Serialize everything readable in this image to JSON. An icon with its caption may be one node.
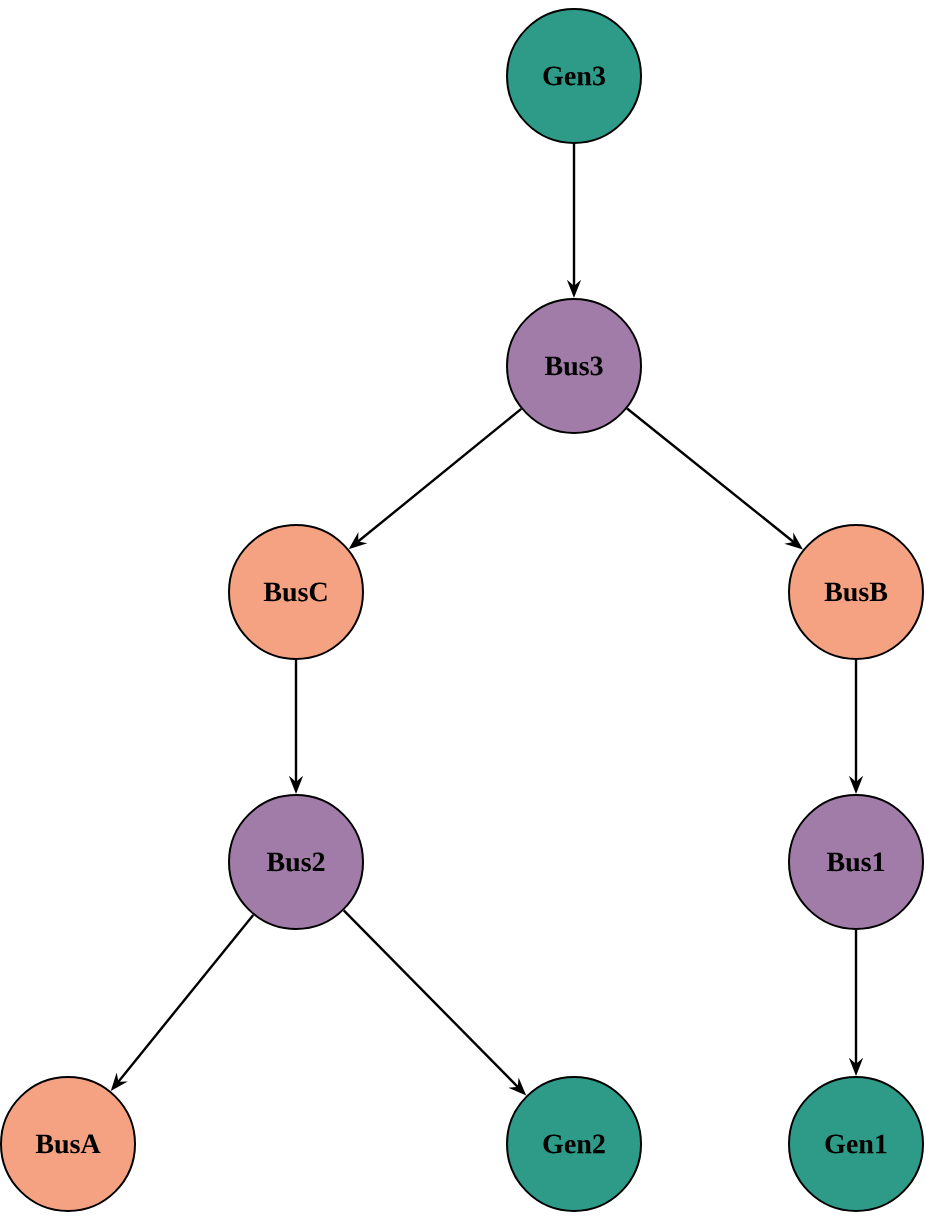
{
  "diagram": {
    "nodes": [
      {
        "text": [
          "Gen3"
        ]
      },
      {
        "text": [
          "Bus3"
        ]
      },
      {
        "text": [
          "BusC"
        ]
      },
      {
        "text": [
          "BusB"
        ]
      },
      {
        "text": [
          "Bus2"
        ]
      },
      {
        "text": [
          "Bus1"
        ]
      },
      {
        "text": [
          "BusA"
        ]
      },
      {
        "text": [
          "Gen2"
        ]
      },
      {
        "text": [
          "Gen1"
        ]
      }
    ],
    "edges": [
      {
        "from": 0,
        "to": 1,
        "arrow": "to"
      },
      {
        "from": 1,
        "to": 2,
        "arrow": "to"
      },
      {
        "from": 1,
        "to": 3,
        "arrow": "to"
      },
      {
        "from": 2,
        "to": 4,
        "arrow": "to"
      },
      {
        "from": 3,
        "to": 5,
        "arrow": "to"
      },
      {
        "from": 4,
        "to": 6,
        "arrow": "to"
      },
      {
        "from": 4,
        "to": 7,
        "arrow": "to"
      },
      {
        "from": 5,
        "to": 8,
        "arrow": "to"
      }
    ]
  }
}
